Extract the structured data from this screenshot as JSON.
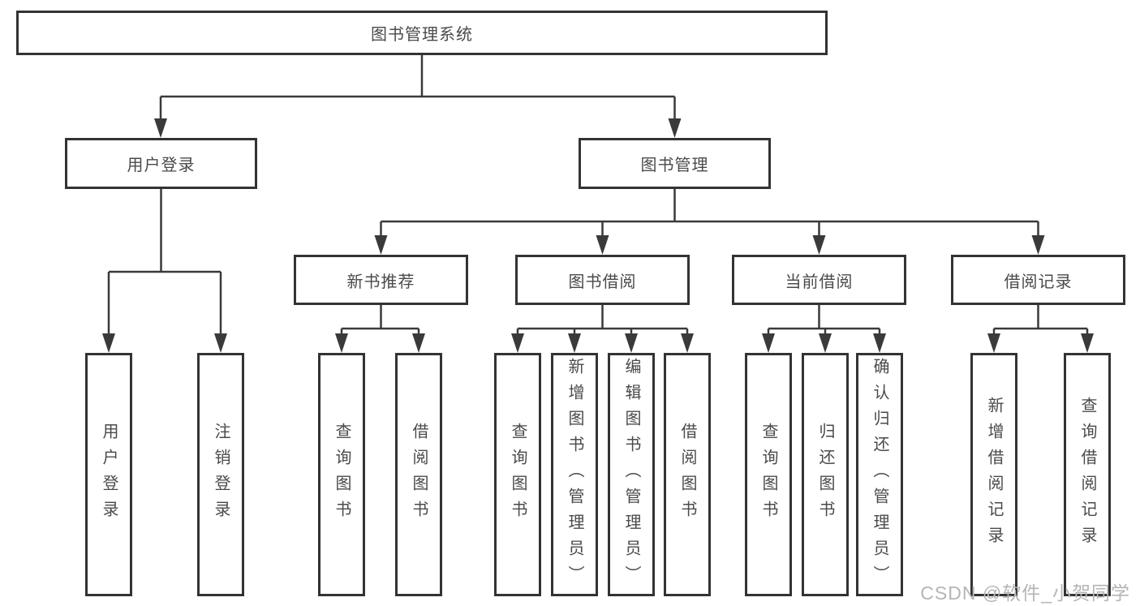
{
  "tree": {
    "label": "图书管理系统",
    "children": [
      {
        "label": "用户登录",
        "children": [
          {
            "label": "用户登录"
          },
          {
            "label": "注销登录"
          }
        ]
      },
      {
        "label": "图书管理",
        "children": [
          {
            "label": "新书推荐",
            "children": [
              {
                "label": "查询图书"
              },
              {
                "label": "借阅图书"
              }
            ]
          },
          {
            "label": "图书借阅",
            "children": [
              {
                "label": "查询图书"
              },
              {
                "label": "新增图书（管理员）"
              },
              {
                "label": "编辑图书（管理员）"
              },
              {
                "label": "借阅图书"
              }
            ]
          },
          {
            "label": "当前借阅",
            "children": [
              {
                "label": "查询图书"
              },
              {
                "label": "归还图书"
              },
              {
                "label": "确认归还（管理员）"
              }
            ]
          },
          {
            "label": "借阅记录",
            "children": [
              {
                "label": "新增借阅记录"
              },
              {
                "label": "查询借阅记录"
              }
            ]
          }
        ]
      }
    ]
  },
  "watermark": {
    "text": "CSDN @软件_小贺同学"
  },
  "colors": {
    "line": "#3a3a3a",
    "box_border": "#333333",
    "box_background": "#ffffff",
    "text": "#4a4a4a",
    "watermark": "#b5b5b5"
  }
}
